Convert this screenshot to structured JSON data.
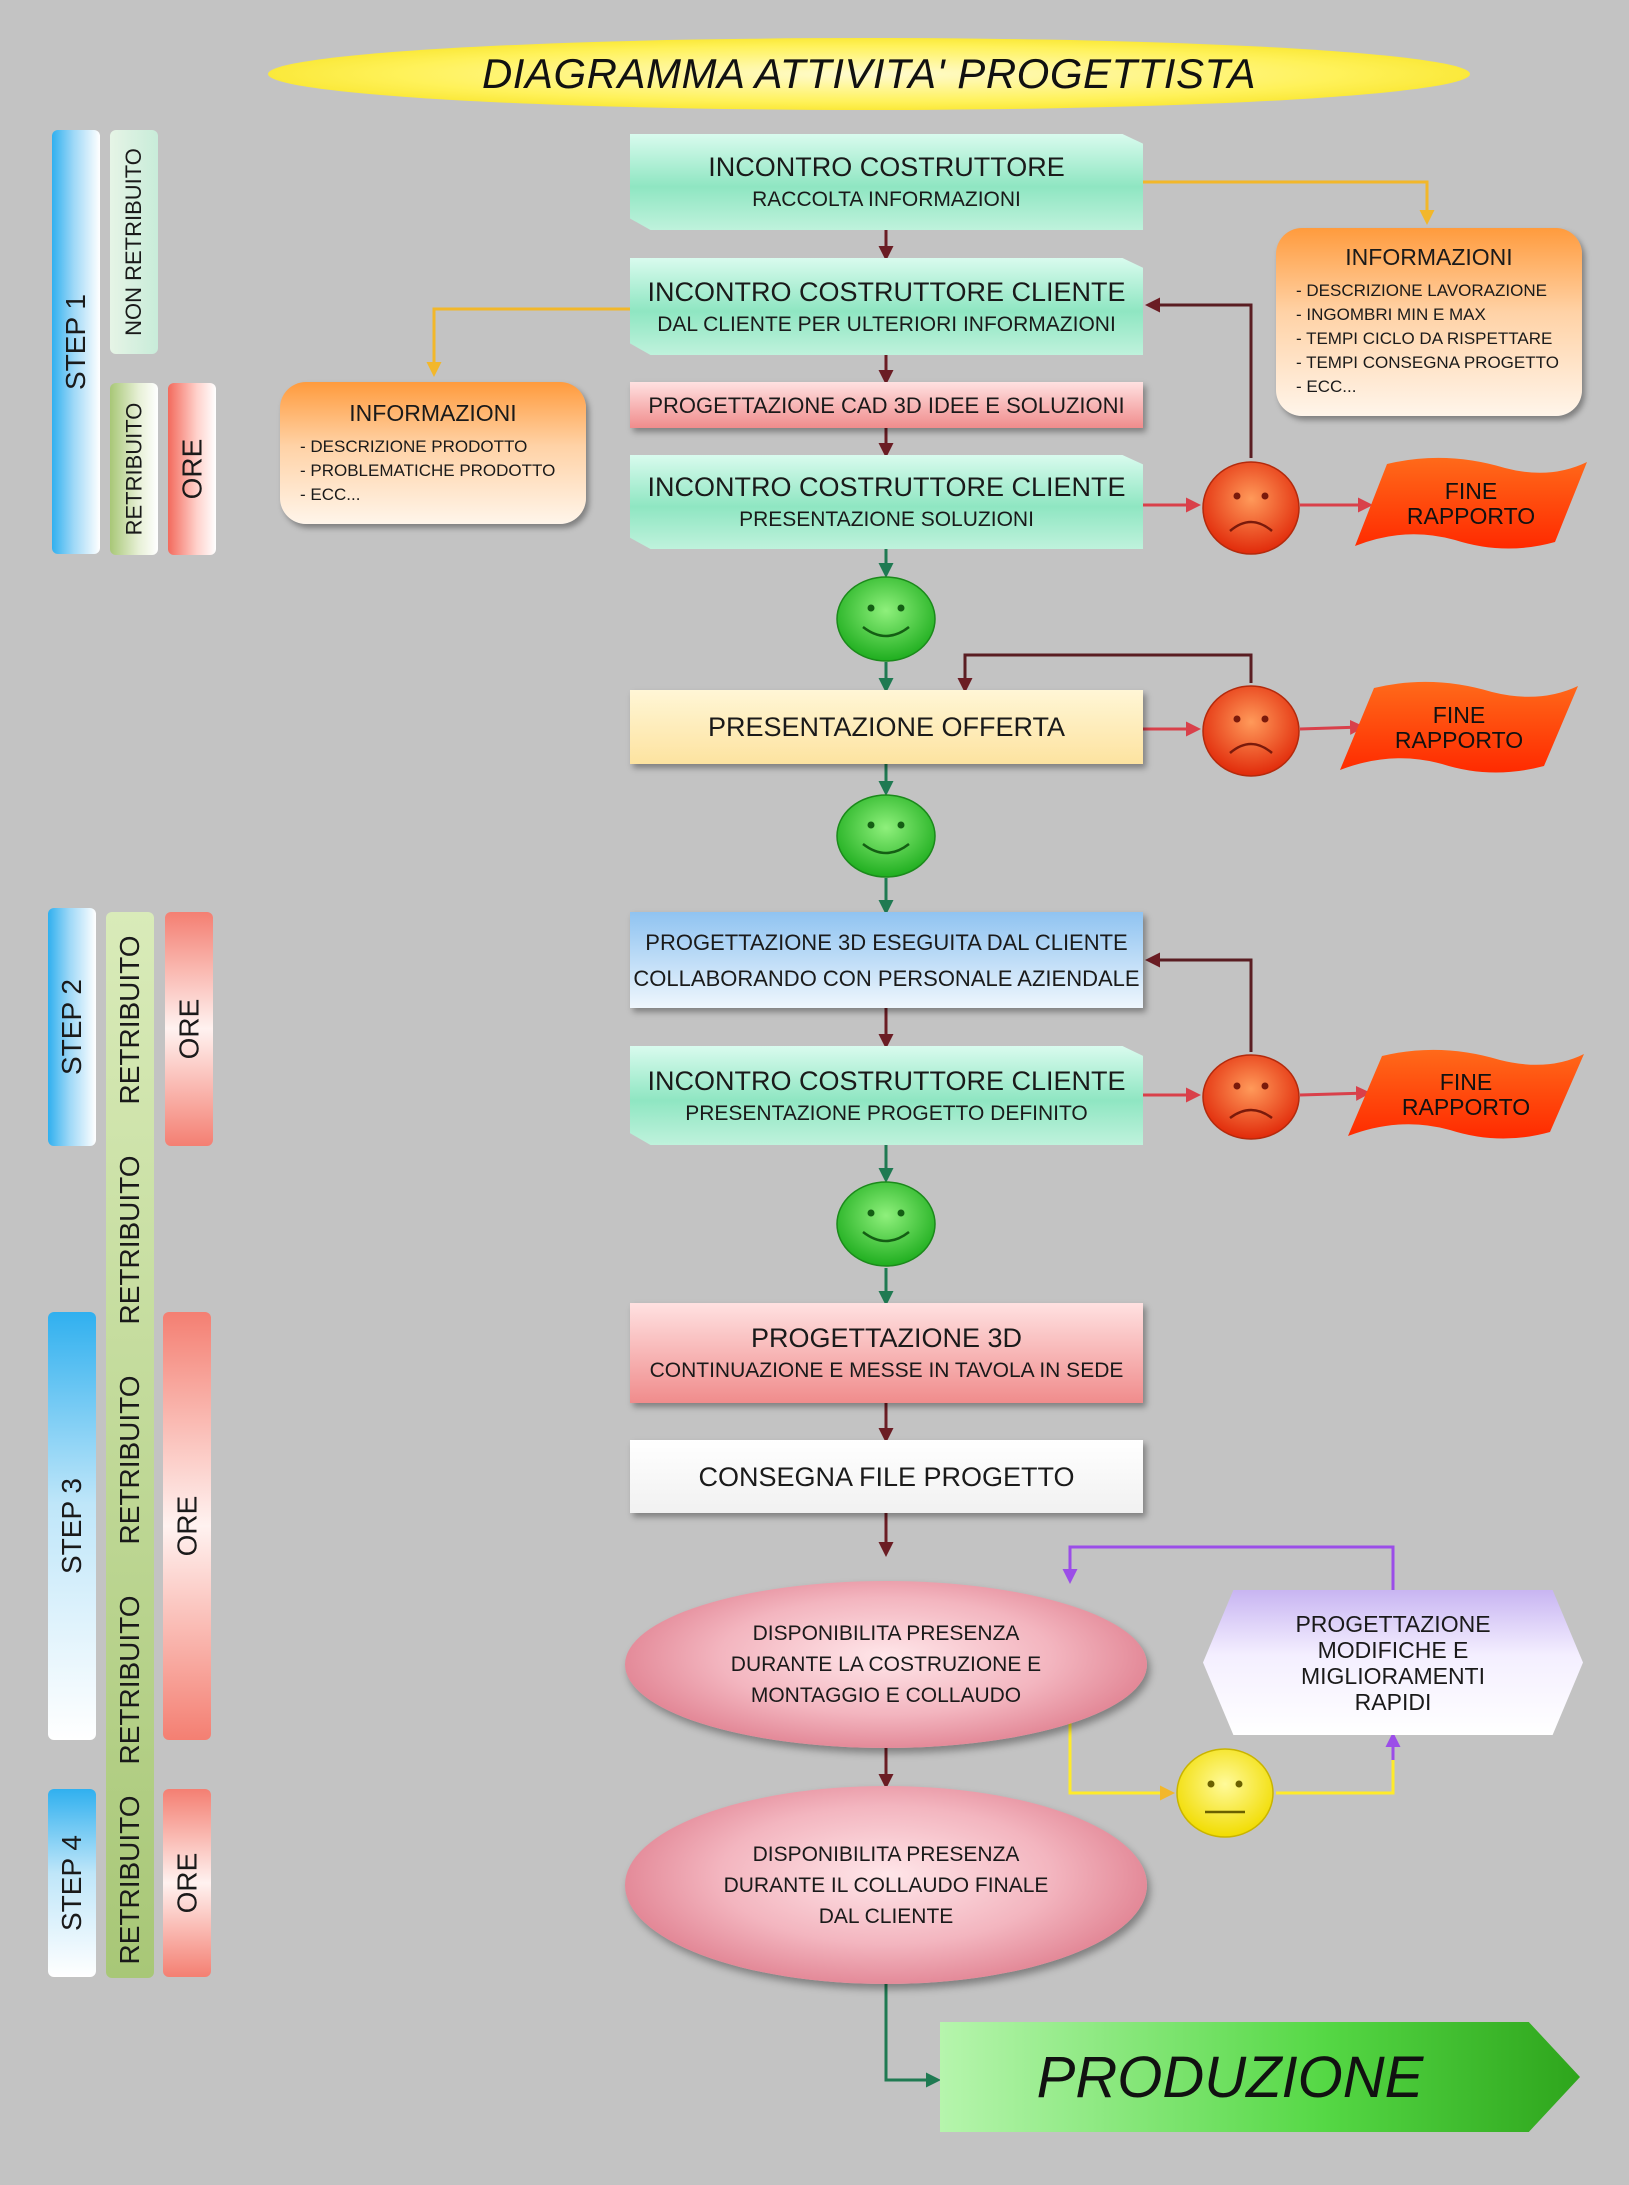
{
  "title": "DIAGRAMMA ATTIVITA' PROGETTISTA",
  "side": {
    "step1": "STEP 1",
    "non_retribuito": "NON RETRIBUITO",
    "retribuito": "RETRIBUITO",
    "ore": "ORE",
    "step2": "STEP 2",
    "step3": "STEP 3",
    "step4": "STEP 4"
  },
  "nodes": {
    "n1": [
      "INCONTRO COSTRUTTORE",
      "RACCOLTA INFORMAZIONI"
    ],
    "n2": [
      "INCONTRO COSTRUTTORE CLIENTE",
      "DAL CLIENTE PER ULTERIORI INFORMAZIONI"
    ],
    "n3": "PROGETTAZIONE CAD 3D IDEE E SOLUZIONI",
    "n4": [
      "INCONTRO COSTRUTTORE CLIENTE",
      "PRESENTAZIONE SOLUZIONI"
    ],
    "n5": "PRESENTAZIONE OFFERTA",
    "n6": [
      "PROGETTAZIONE 3D ESEGUITA DAL CLIENTE",
      "COLLABORANDO CON PERSONALE AZIENDALE"
    ],
    "n7": [
      "INCONTRO COSTRUTTORE CLIENTE",
      "PRESENTAZIONE PROGETTO DEFINITO"
    ],
    "n8": [
      "PROGETTAZIONE 3D",
      "CONTINUAZIONE E MESSE IN TAVOLA IN SEDE"
    ],
    "n9": "CONSEGNA FILE PROGETTO",
    "e1": [
      "DISPONIBILITA PRESENZA",
      "DURANTE LA COSTRUZIONE E",
      "MONTAGGIO E COLLAUDO"
    ],
    "e2": [
      "DISPONIBILITA PRESENZA",
      "DURANTE IL COLLAUDO FINALE",
      "DAL CLIENTE"
    ],
    "hex": [
      "PROGETTAZIONE",
      "MODIFICHE E",
      "MIGLIORAMENTI",
      "RAPIDI"
    ],
    "produzione": "PRODUZIONE"
  },
  "info_left": {
    "title": "INFORMAZIONI",
    "items": [
      "- DESCRIZIONE PRODOTTO",
      "- PROBLEMATICHE PRODOTTO",
      "- ECC..."
    ]
  },
  "info_right": {
    "title": "INFORMAZIONI",
    "items": [
      "- DESCRIZIONE LAVORAZIONE",
      "- INGOMBRI MIN E MAX",
      "- TEMPI CICLO DA RISPETTARE",
      "- TEMPI CONSEGNA PROGETTO",
      "- ECC..."
    ]
  },
  "fine_rapporto": [
    "FINE",
    "RAPPORTO"
  ],
  "colors": {
    "flow_arrow": "#6b1d24",
    "green_arrow": "#1f7a52",
    "info_arrow": "#f2b72a",
    "sad_arrow": "#d9404a",
    "loop_line": "#5a1d22",
    "purple_arrow": "#9b4de8",
    "yellow_line": "#ffeb2a"
  }
}
